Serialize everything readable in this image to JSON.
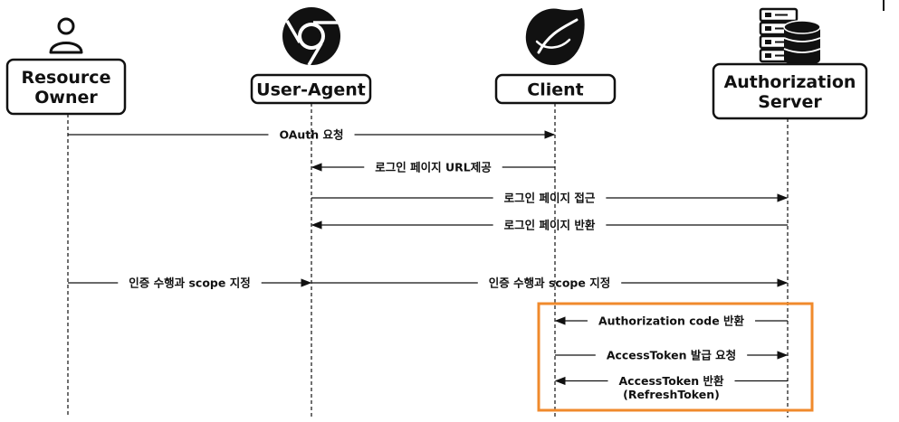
{
  "participants": [
    {
      "id": "resource-owner",
      "lines": [
        "Resource",
        "Owner"
      ],
      "icon": "person-icon"
    },
    {
      "id": "user-agent",
      "lines": [
        "User-Agent"
      ],
      "icon": "chrome-icon"
    },
    {
      "id": "client",
      "lines": [
        "Client"
      ],
      "icon": "spring-leaf-icon"
    },
    {
      "id": "authorization-server",
      "lines": [
        "Authorization",
        "Server"
      ],
      "icon": "server-database-icon"
    }
  ],
  "messages": [
    {
      "from": "resource-owner",
      "to": "client",
      "lines": [
        "OAuth 요청"
      ]
    },
    {
      "from": "client",
      "to": "user-agent",
      "lines": [
        "로그인 페이지 URL제공"
      ]
    },
    {
      "from": "user-agent",
      "to": "authorization-server",
      "lines": [
        "로그인 페이지 접근"
      ]
    },
    {
      "from": "authorization-server",
      "to": "user-agent",
      "lines": [
        "로그인 페이지 반환"
      ]
    },
    {
      "from": "resource-owner",
      "to": "user-agent",
      "lines": [
        "인증 수행과 scope 지정"
      ]
    },
    {
      "from": "user-agent",
      "to": "authorization-server",
      "lines": [
        "인증 수행과 scope 지정"
      ]
    },
    {
      "from": "authorization-server",
      "to": "client",
      "lines": [
        "Authorization code 반환"
      ]
    },
    {
      "from": "client",
      "to": "authorization-server",
      "lines": [
        "AccessToken 발급 요청"
      ]
    },
    {
      "from": "authorization-server",
      "to": "client",
      "lines": [
        "AccessToken 반환",
        "(RefreshToken)"
      ]
    }
  ],
  "highlight": {
    "color": "#F08A2C"
  },
  "colors": {
    "line": "#111111",
    "box_border": "#111111"
  }
}
